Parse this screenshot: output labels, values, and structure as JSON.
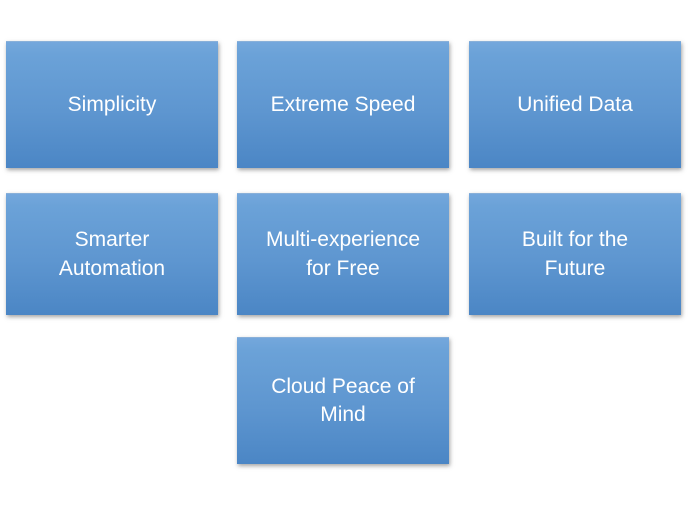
{
  "diagram": {
    "boxes": [
      {
        "label": "Simplicity"
      },
      {
        "label": "Extreme Speed"
      },
      {
        "label": "Unified Data"
      },
      {
        "label": "Smarter\nAutomation"
      },
      {
        "label": "Multi-experience\nfor Free"
      },
      {
        "label": "Built for the\nFuture"
      },
      {
        "label": "Cloud Peace of\nMind"
      }
    ],
    "colors": {
      "box_gradient_top": "#6FA4DA",
      "box_gradient_bottom": "#4B86C5",
      "box_text": "#FFFFFF",
      "page_background": "#FFFFFF"
    }
  }
}
